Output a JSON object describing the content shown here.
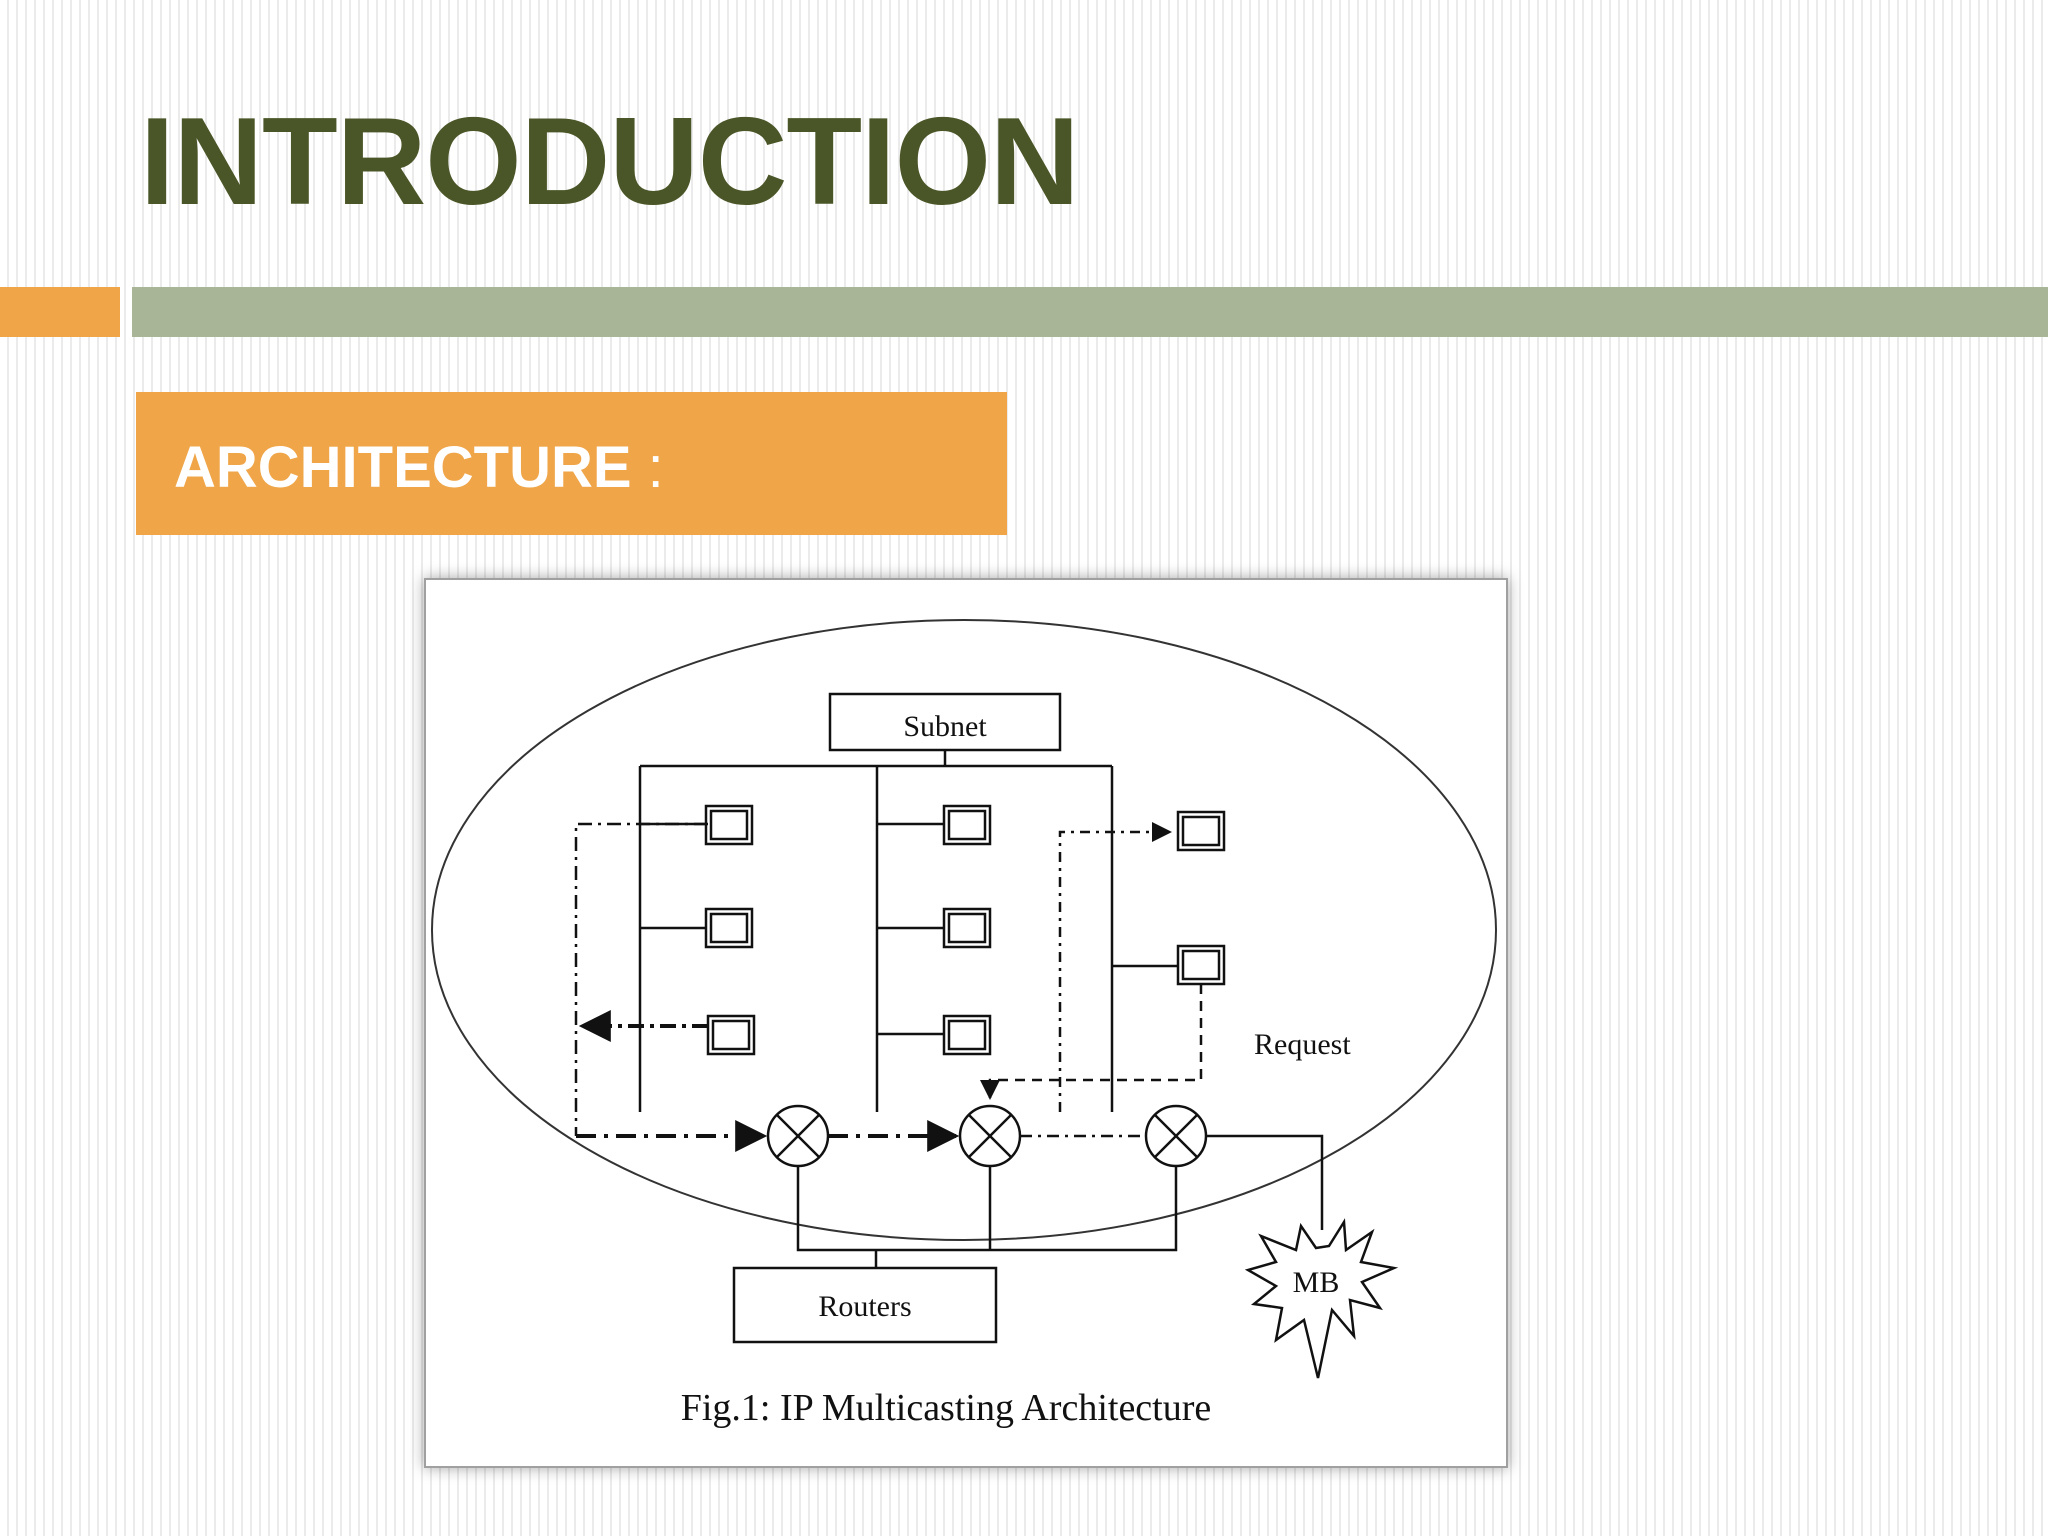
{
  "slide": {
    "title": "INTRODUCTION",
    "section_label": "ARCHITECTURE",
    "section_colon": ":"
  },
  "figure": {
    "caption": "Fig.1: IP Multicasting Architecture",
    "nodes": {
      "subnet": "Subnet",
      "routers": "Routers",
      "middlebox": "MB",
      "request": "Request"
    }
  },
  "colors": {
    "title": "#4a5627",
    "accent_orange": "#efa548",
    "accent_green": "#a8b596"
  }
}
